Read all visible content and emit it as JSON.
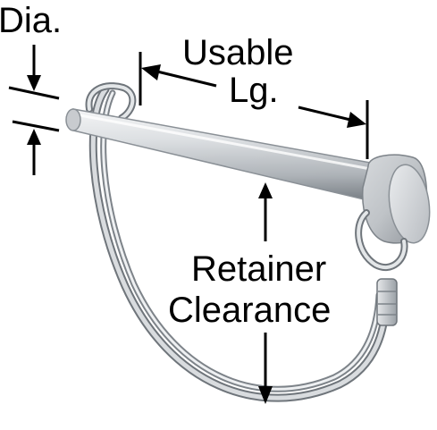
{
  "labels": {
    "dia": "Dia.",
    "usable_line1": "Usable",
    "usable_line2": "Lg.",
    "retainer_line1": "Retainer",
    "retainer_line2": "Clearance"
  },
  "colors": {
    "metal_light": "#dcdfe2",
    "metal_mid": "#aeb3b8",
    "metal_dark": "#6f757b",
    "ink": "#000000"
  }
}
